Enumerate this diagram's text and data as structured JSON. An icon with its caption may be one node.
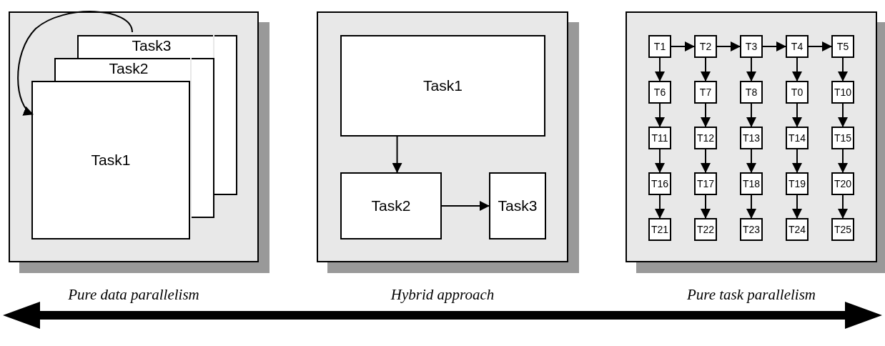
{
  "diagram": {
    "nodes": [
      {
        "text": [],
        "shape": "box"
      },
      {
        "text": [
          "Task3"
        ],
        "in": 0
      },
      {
        "text": [
          "Task2"
        ],
        "in": 0
      },
      {
        "text": [
          "Task1"
        ],
        "in": 0
      },
      {
        "text": [],
        "shape": "box"
      },
      {
        "text": [
          "Task1"
        ],
        "in": 4
      },
      {
        "text": [
          "Task2"
        ],
        "in": 4
      },
      {
        "text": [
          "Task3"
        ],
        "in": 4
      },
      {
        "text": [],
        "shape": "box"
      },
      {
        "text": [
          "T1"
        ],
        "in": 8
      },
      {
        "text": [
          "T2"
        ],
        "in": 8
      },
      {
        "text": [
          "T3"
        ],
        "in": 8
      },
      {
        "text": [
          "T4"
        ],
        "in": 8
      },
      {
        "text": [
          "T5"
        ],
        "in": 8
      },
      {
        "text": [
          "T6"
        ],
        "in": 8
      },
      {
        "text": [
          "T7"
        ],
        "in": 8
      },
      {
        "text": [
          "T8"
        ],
        "in": 8
      },
      {
        "text": [
          "T0"
        ],
        "in": 8
      },
      {
        "text": [
          "T10"
        ],
        "in": 8
      },
      {
        "text": [
          "T11"
        ],
        "in": 8
      },
      {
        "text": [
          "T12"
        ],
        "in": 8
      },
      {
        "text": [
          "T13"
        ],
        "in": 8
      },
      {
        "text": [
          "T14"
        ],
        "in": 8
      },
      {
        "text": [
          "T15"
        ],
        "in": 8
      },
      {
        "text": [
          "T16"
        ],
        "in": 8
      },
      {
        "text": [
          "T17"
        ],
        "in": 8
      },
      {
        "text": [
          "T18"
        ],
        "in": 8
      },
      {
        "text": [
          "T19"
        ],
        "in": 8
      },
      {
        "text": [
          "T20"
        ],
        "in": 8
      },
      {
        "text": [
          "T21"
        ],
        "in": 8
      },
      {
        "text": [
          "T22"
        ],
        "in": 8
      },
      {
        "text": [
          "T23"
        ],
        "in": 8
      },
      {
        "text": [
          "T24"
        ],
        "in": 8
      },
      {
        "text": [
          "T25"
        ],
        "in": 8
      }
    ],
    "edges": [
      {
        "from": 1,
        "to": 3,
        "arrow": "to"
      },
      {
        "from": 5,
        "to": 6,
        "arrow": "to"
      },
      {
        "from": 6,
        "to": 7,
        "arrow": "to"
      },
      {
        "from": 9,
        "to": 10,
        "arrow": "to"
      },
      {
        "from": 10,
        "to": 11,
        "arrow": "to"
      },
      {
        "from": 11,
        "to": 12,
        "arrow": "to"
      },
      {
        "from": 12,
        "to": 13,
        "arrow": "to"
      },
      {
        "from": 9,
        "to": 14,
        "arrow": "to"
      },
      {
        "from": 10,
        "to": 15,
        "arrow": "to"
      },
      {
        "from": 11,
        "to": 16,
        "arrow": "to"
      },
      {
        "from": 12,
        "to": 17,
        "arrow": "to"
      },
      {
        "from": 13,
        "to": 18,
        "arrow": "to"
      },
      {
        "from": 14,
        "to": 19,
        "arrow": "to"
      },
      {
        "from": 15,
        "to": 20,
        "arrow": "to"
      },
      {
        "from": 16,
        "to": 21,
        "arrow": "to"
      },
      {
        "from": 17,
        "to": 22,
        "arrow": "to"
      },
      {
        "from": 18,
        "to": 23,
        "arrow": "to"
      },
      {
        "from": 19,
        "to": 24,
        "arrow": "to"
      },
      {
        "from": 20,
        "to": 25,
        "arrow": "to"
      },
      {
        "from": 21,
        "to": 26,
        "arrow": "to"
      },
      {
        "from": 22,
        "to": 27,
        "arrow": "to"
      },
      {
        "from": 23,
        "to": 28,
        "arrow": "to"
      },
      {
        "from": 24,
        "to": 29,
        "arrow": "to"
      },
      {
        "from": 25,
        "to": 30,
        "arrow": "to"
      },
      {
        "from": 26,
        "to": 31,
        "arrow": "to"
      },
      {
        "from": 27,
        "to": 32,
        "arrow": "to"
      },
      {
        "from": 28,
        "to": 33,
        "arrow": "to"
      }
    ],
    "labels": [
      "Pure data parallelism",
      "Hybrid approach",
      "Pure task parallelism"
    ]
  }
}
